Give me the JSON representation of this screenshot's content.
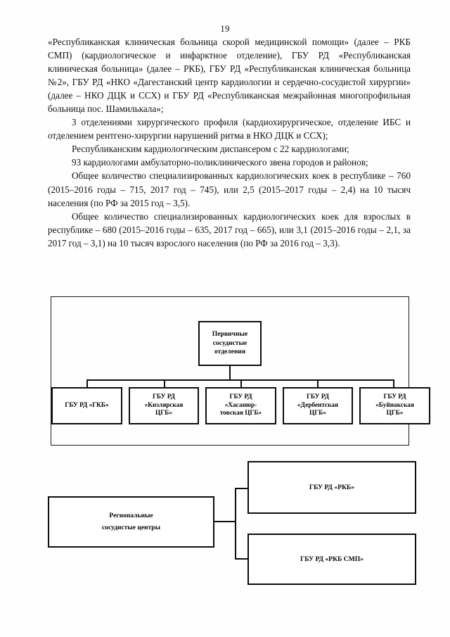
{
  "page": {
    "number": "19"
  },
  "body": {
    "paragraphs": [
      "«Республиканская клиническая больница скорой медицинской помощи» (далее – РКБ СМП) (кардиологическое и инфарктное отделение), ГБУ РД «Республиканская клиническая больница» (далее – РКБ), ГБУ РД «Республиканская клиническая больница №2», ГБУ РД «НКО «Дагестанский центр кардиологии и сердечно-сосудистой хирургии» (далее – НКО ДЦК и ССХ) и ГБУ РД «Республиканская межрайонная многопрофильная больница пос. Шамилькала»;",
      "3 отделениями хирургического профиля (кардиохирургическое, отделение ИБС и отделением рентгено-хирургии нарушений ритма в НКО ДЦК и ССХ);",
      "Республиканским кардиологическим диспансером с 22 кардиологами;",
      "93 кардиологами амбулаторно-поликлинического звена городов и районов;",
      "Общее количество специализированных кардиологических коек в республике – 760 (2015–2016 годы – 715, 2017 год – 745), или 2,5 (2015–2017 годы – 2,4) на 10 тысяч населения (по РФ за 2015 год – 3,5).",
      "Общее количество специализированных кардиологических коек для взрослых в республике – 680 (2015–2016 годы – 635, 2017 год – 665), или 3,1 (2015–2016 годы – 2,1, за 2017 год – 3,1) на 10 тысяч взрослого населения (по РФ за 2016 год – 3,3)."
    ]
  },
  "diagram1": {
    "root": {
      "lines": [
        "Первичные",
        "сосудистые",
        "отделения"
      ]
    },
    "leaves": [
      {
        "lines": [
          "ГБУ РД «ГКБ»"
        ]
      },
      {
        "lines": [
          "ГБУ РД",
          "«Кизлярская",
          "ЦГБ»"
        ]
      },
      {
        "lines": [
          "ГБУ РД",
          "«Хасанюр-",
          "товская ЦГБ»"
        ]
      },
      {
        "lines": [
          "ГБУ РД",
          "«Дербентская",
          "ЦГБ»"
        ]
      },
      {
        "lines": [
          "ГБУ РД",
          "«Буйнакская",
          "ЦГБ»"
        ]
      }
    ]
  },
  "diagram2": {
    "root": {
      "lines": [
        "Региональные",
        "сосудистые центры"
      ]
    },
    "children": [
      {
        "lines": [
          "ГБУ РД «РКБ»"
        ]
      },
      {
        "lines": [
          "ГБУ РД «РКБ СМП»"
        ]
      }
    ]
  },
  "colors": {
    "ink": "#111111",
    "line": "#0d0d0d",
    "paper": "#fefefe"
  }
}
